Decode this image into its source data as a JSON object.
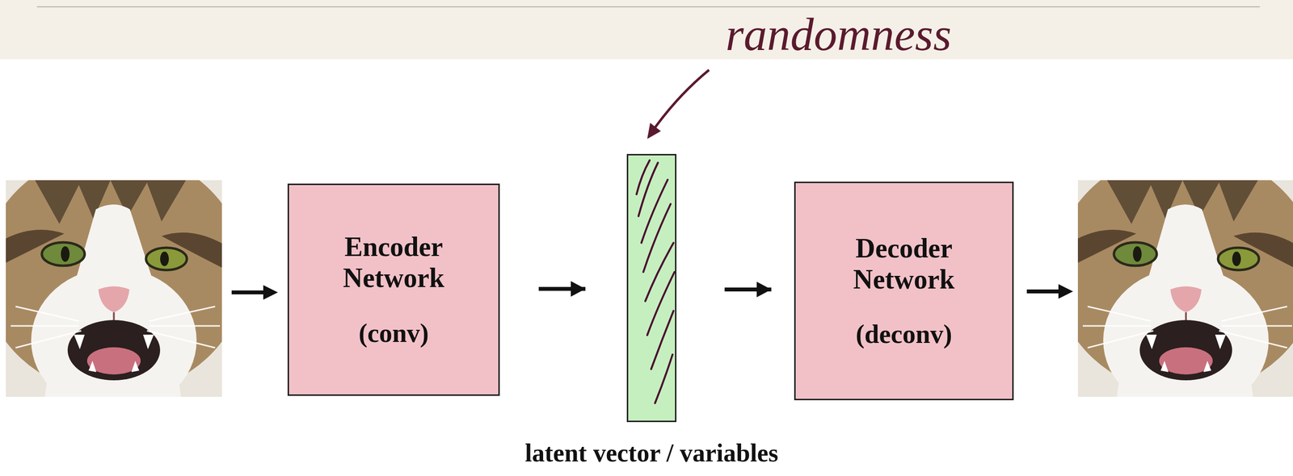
{
  "diagram": {
    "nodes": [
      {
        "text": [
          "Encoder Network",
          "(conv)"
        ]
      },
      {
        "text": [
          "latent vector / variables"
        ]
      },
      {
        "text": [
          "Decoder Network",
          "(deconv)"
        ]
      }
    ],
    "edges": [
      {
        "from": 0,
        "to": 1,
        "arrow": "to"
      },
      {
        "from": 1,
        "to": 2,
        "arrow": "to"
      }
    ],
    "labels": [
      "randomness"
    ]
  }
}
